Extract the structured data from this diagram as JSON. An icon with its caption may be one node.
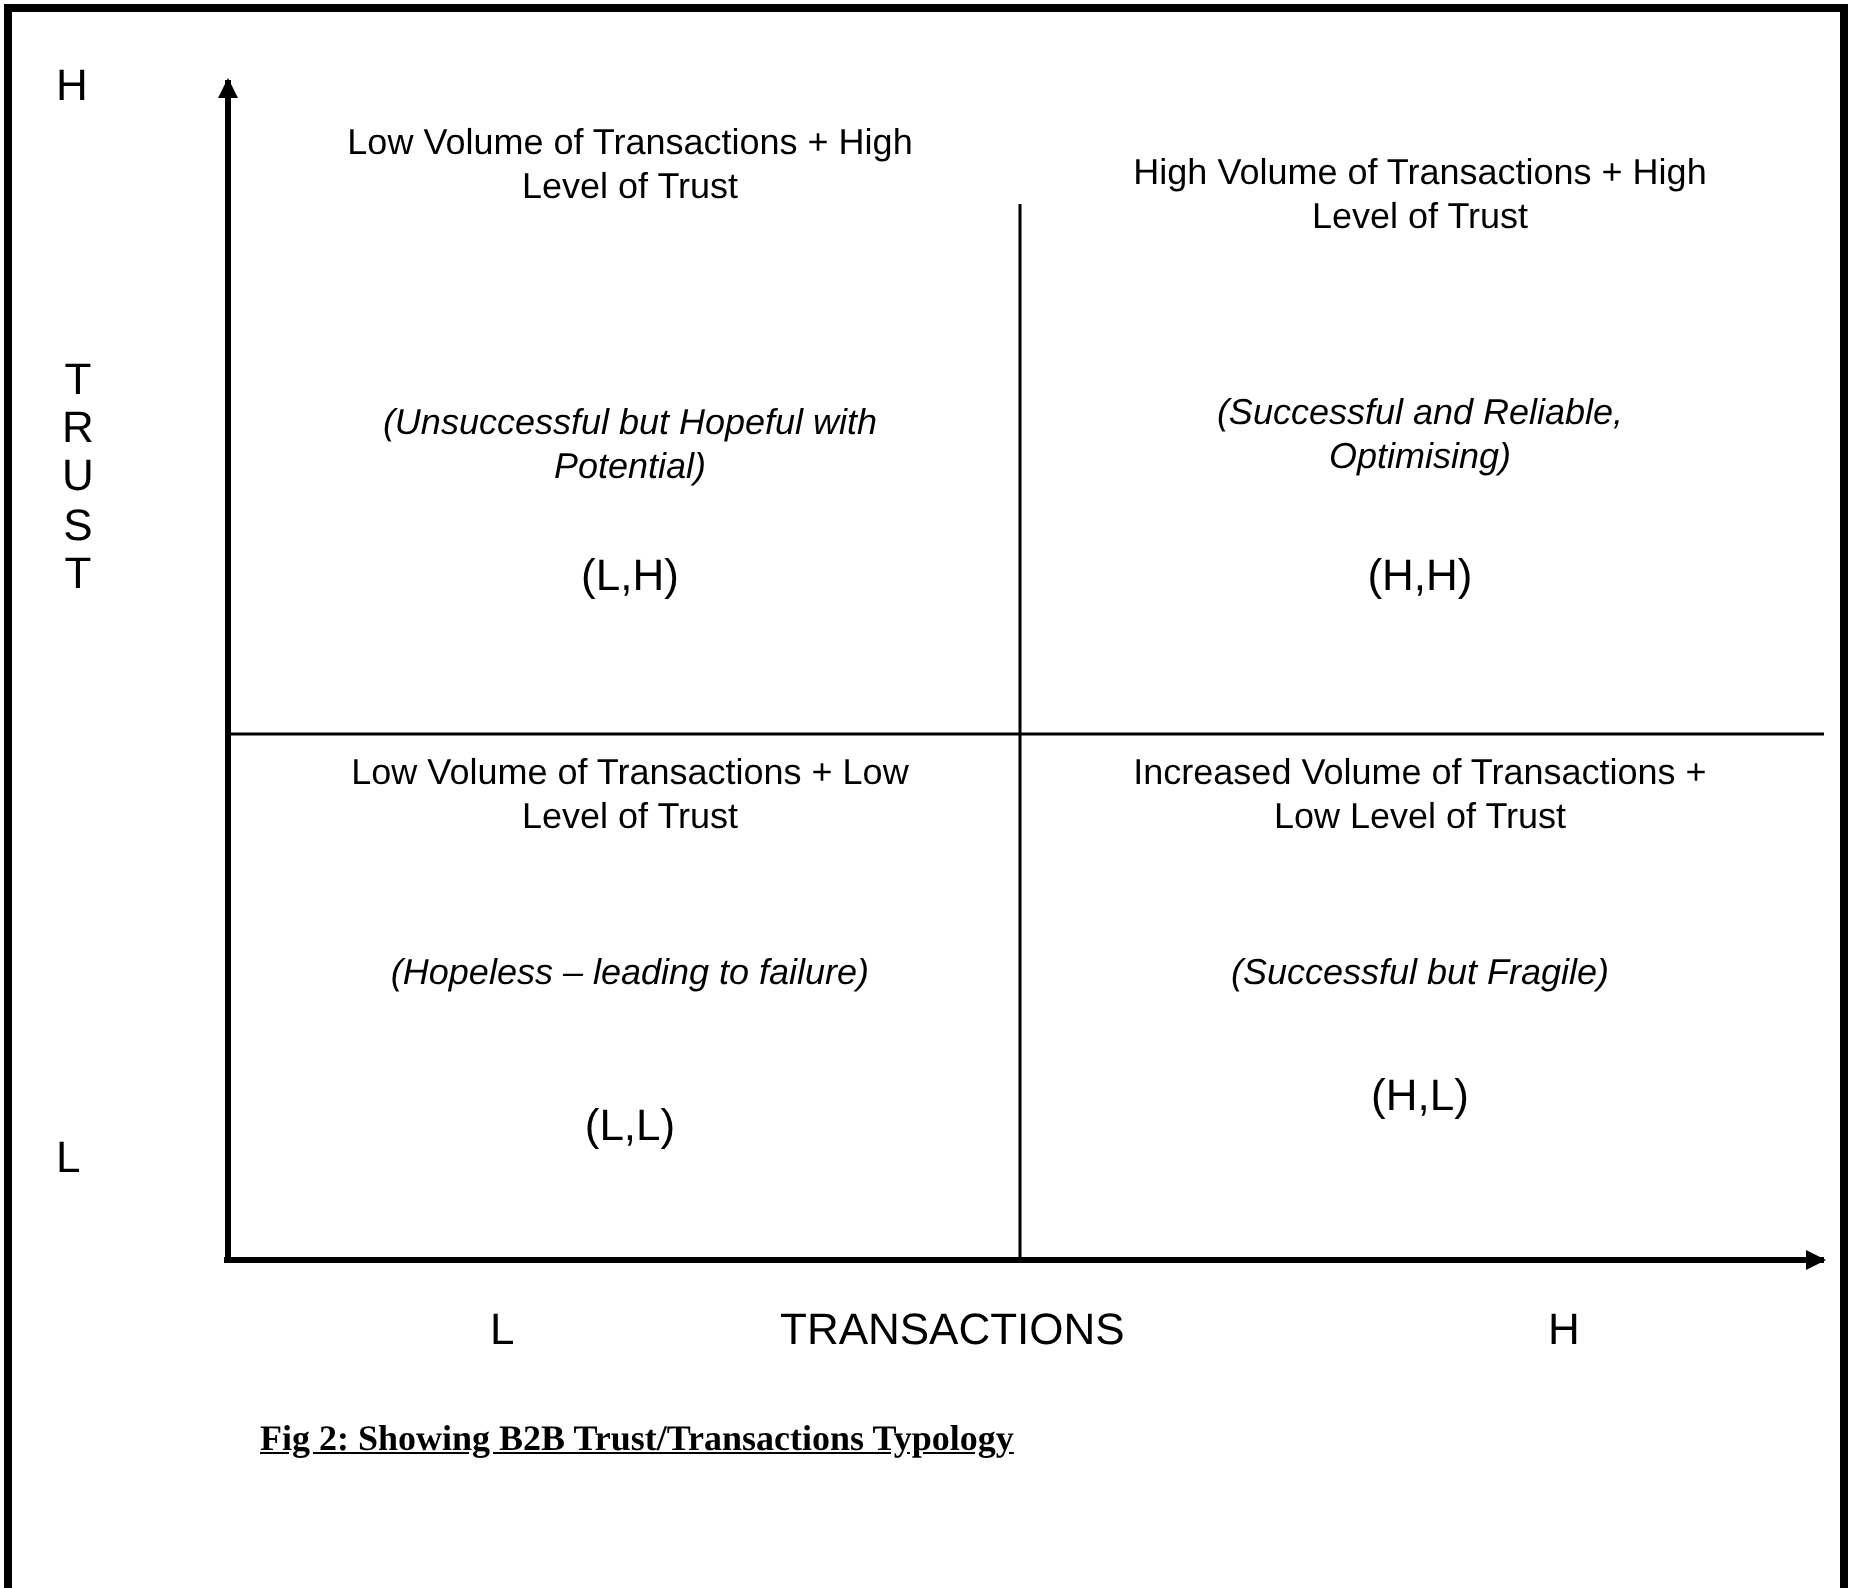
{
  "diagram": {
    "caption": "Fig 2: Showing B2B Trust/Transactions Typology",
    "nodes": [
      {
        "text": [
          "Low Volume of Transactions + High Level of Trust",
          "(Unsuccessful but Hopeful with Potential)",
          "(L,H)"
        ]
      },
      {
        "text": [
          "High Volume of Transactions + High Level of Trust",
          "(Successful and Reliable, Optimising)",
          "(H,H)"
        ]
      },
      {
        "text": [
          "Low Volume of Transactions + Low  Level of Trust",
          "(Hopeless – leading to failure)",
          "(L,L)"
        ]
      },
      {
        "text": [
          "Increased Volume of Transactions + Low Level of Trust",
          "(Successful but Fragile)",
          "(H,L)"
        ]
      }
    ],
    "labels": [
      "H",
      "TRUST",
      "L",
      "L",
      "TRANSACTIONS",
      "H"
    ]
  }
}
